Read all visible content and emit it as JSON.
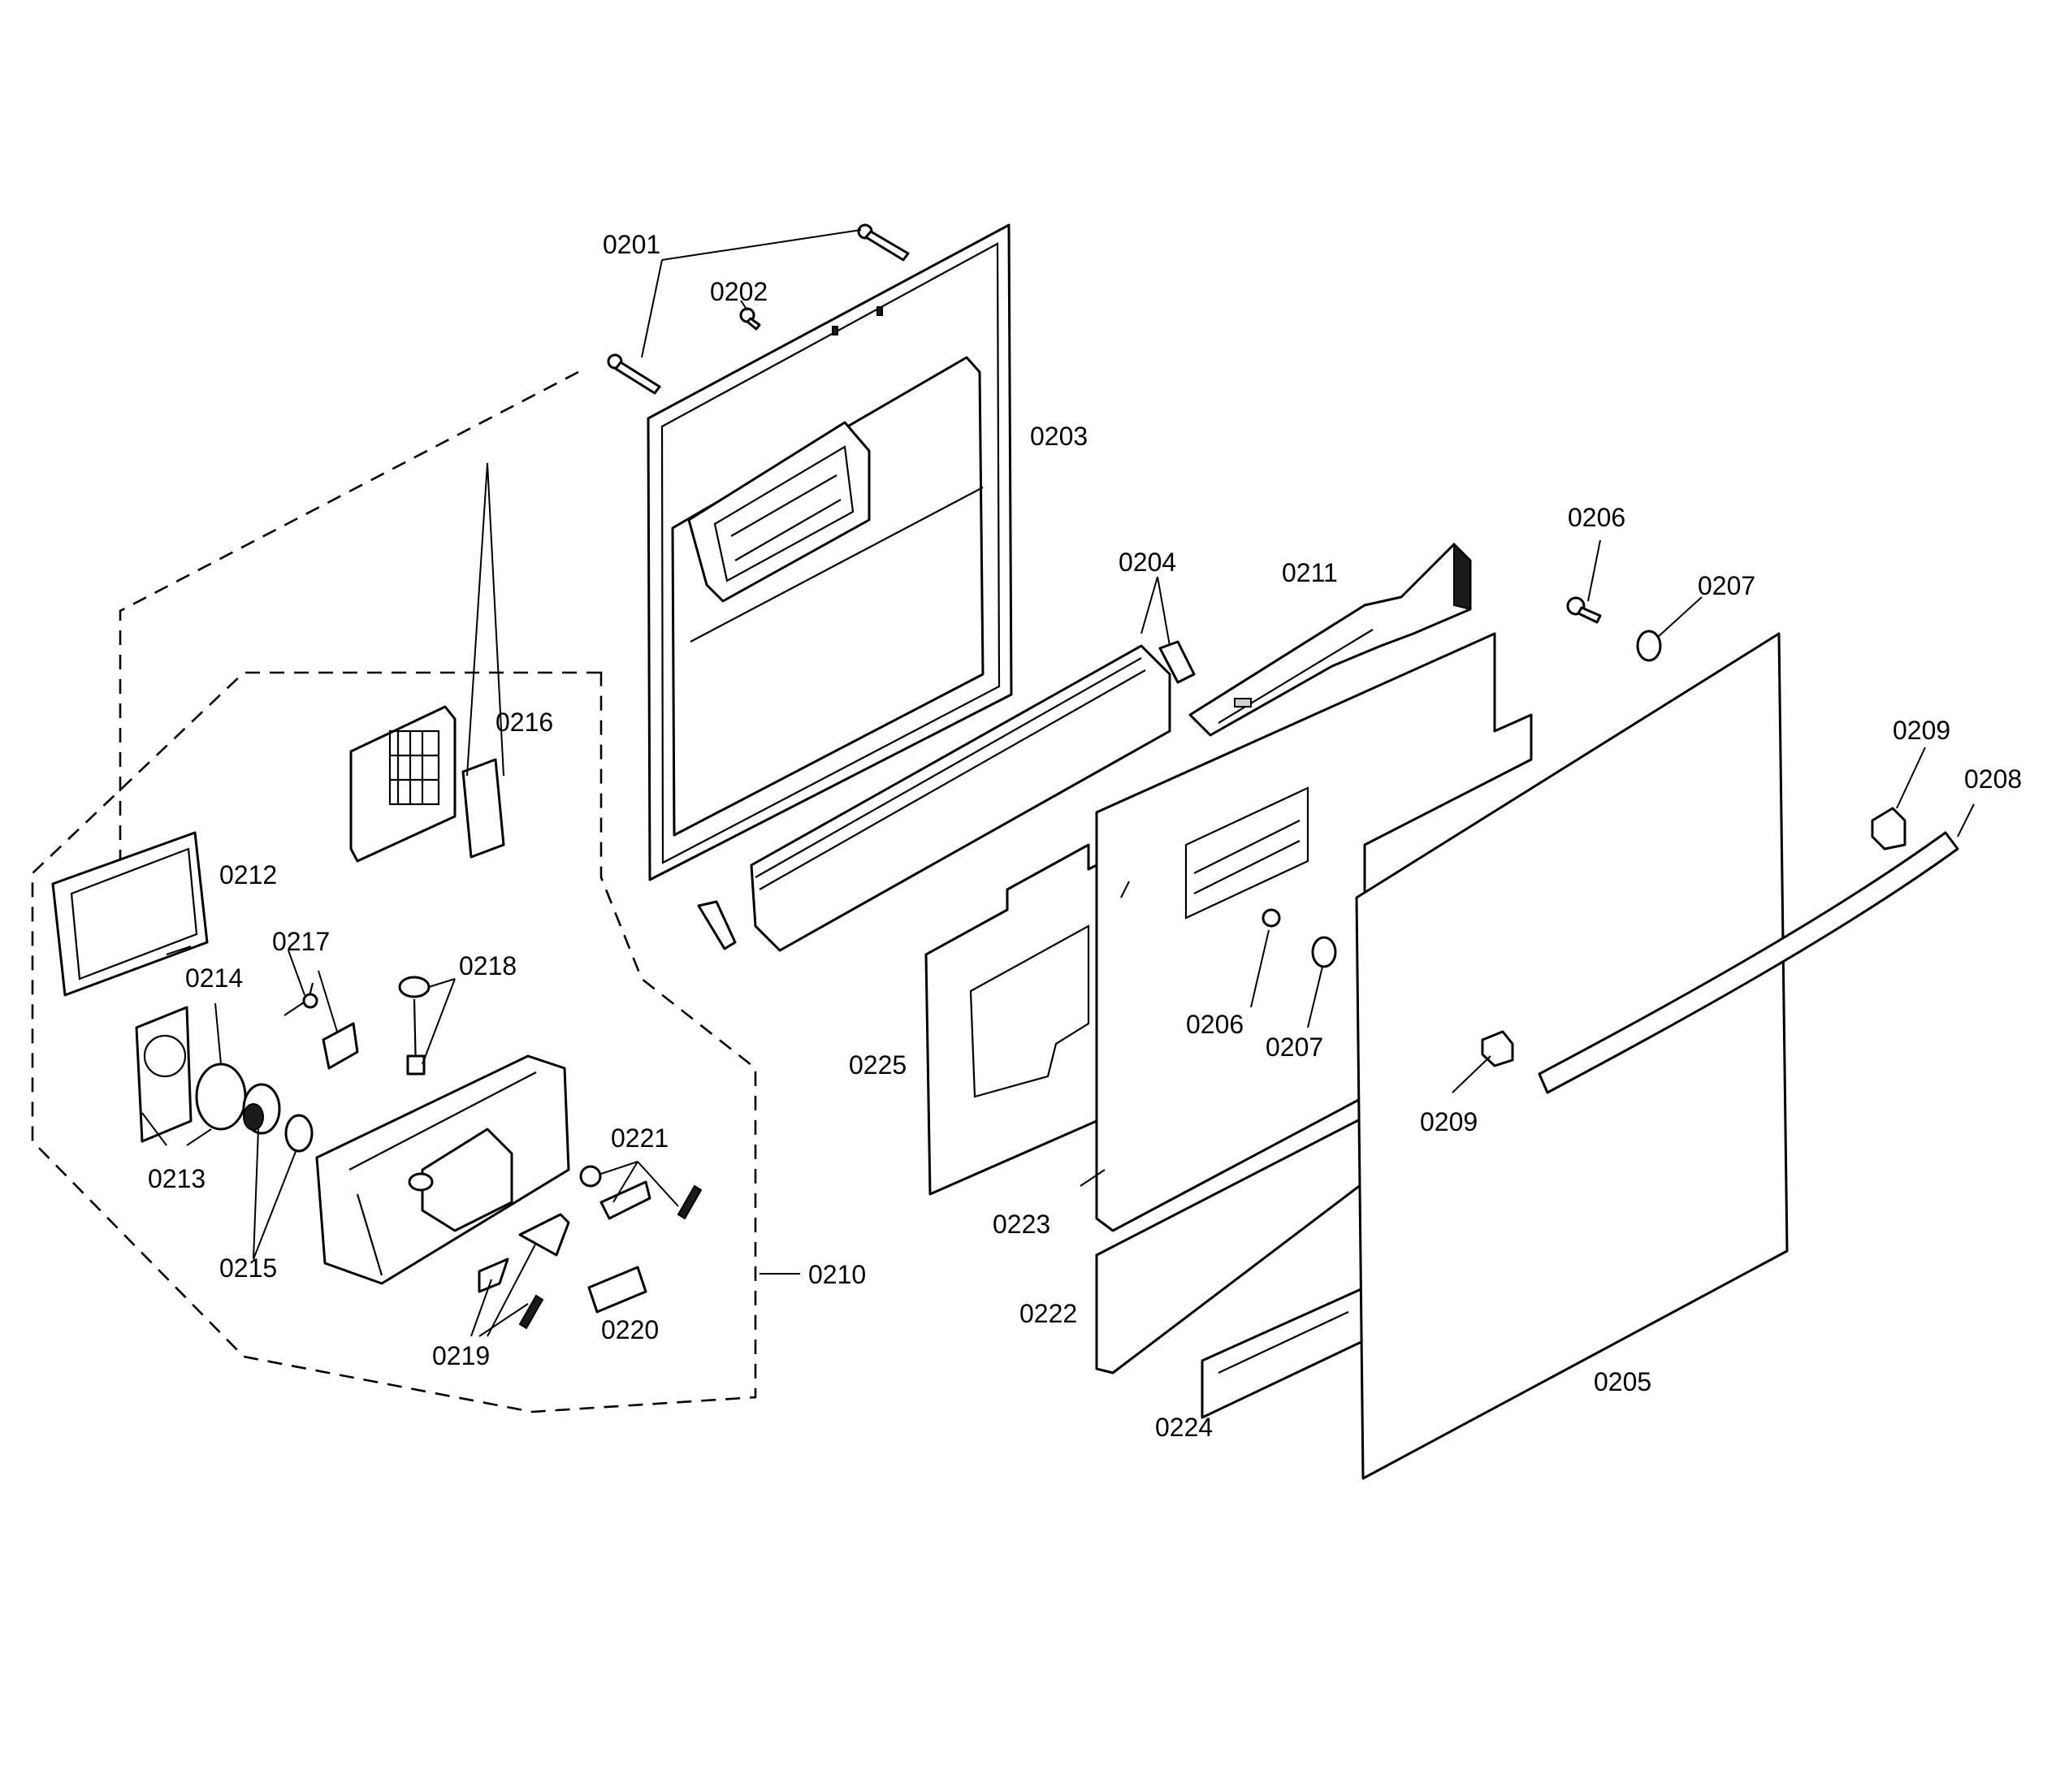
{
  "diagram": {
    "parts": {
      "p0201": "0201",
      "p0202": "0202",
      "p0203": "0203",
      "p0204": "0204",
      "p0205": "0205",
      "p0206a": "0206",
      "p0206b": "0206",
      "p0207a": "0207",
      "p0207b": "0207",
      "p0208": "0208",
      "p0209a": "0209",
      "p0209b": "0209",
      "p0210": "0210",
      "p0211": "0211",
      "p0212": "0212",
      "p0213": "0213",
      "p0214": "0214",
      "p0215": "0215",
      "p0216": "0216",
      "p0217": "0217",
      "p0218": "0218",
      "p0219": "0219",
      "p0220": "0220",
      "p0221": "0221",
      "p0222": "0222",
      "p0223": "0223",
      "p0224": "0224",
      "p0225": "0225"
    }
  }
}
